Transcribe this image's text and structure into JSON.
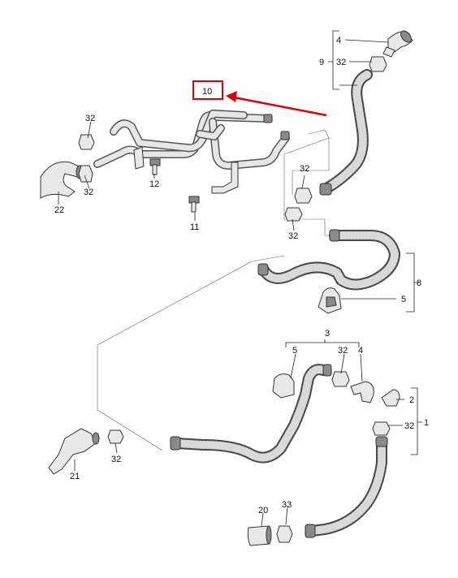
{
  "diagram": {
    "highlight_color": "#e00000",
    "callouts": {
      "c1": "1",
      "c2": "2",
      "c3": "3",
      "c4a": "4",
      "c4b": "4",
      "c5a": "5",
      "c5b": "5",
      "c8": "8",
      "c9": "9",
      "c10": "10",
      "c11": "11",
      "c12": "12",
      "c20": "20",
      "c21": "21",
      "c22": "22",
      "c32a": "32",
      "c32b": "32",
      "c32c": "32",
      "c32d": "32",
      "c32e": "32",
      "c32f": "32",
      "c32g": "32",
      "c33": "33"
    }
  }
}
